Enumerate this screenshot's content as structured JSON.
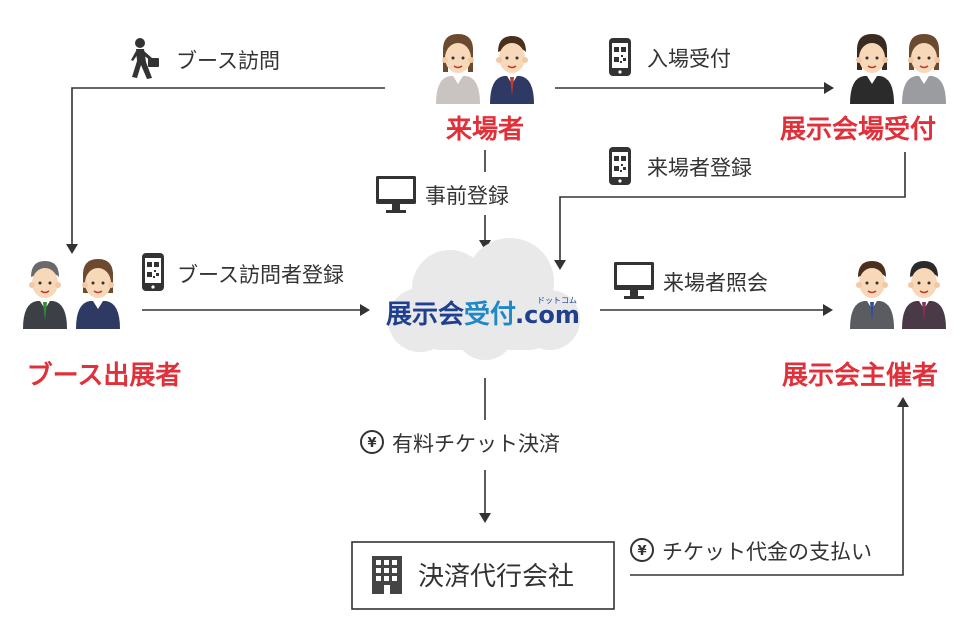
{
  "actors": {
    "visitor": "来場者",
    "venue_reception": "展示会場受付",
    "booth_exhibitor": "ブース出展者",
    "organizer": "展示会主催者"
  },
  "flows": {
    "booth_visit": "ブース訪問",
    "entry_reception": "入場受付",
    "visitor_registration": "来場者登録",
    "pre_registration": "事前登録",
    "booth_visitor_registration": "ブース訪問者登録",
    "visitor_lookup": "来場者照会",
    "paid_ticket_payment": "有料チケット決済",
    "ticket_fee_payment": "チケット代金の支払い"
  },
  "payment_agent": "決済代行会社",
  "logo": {
    "main": "展示会",
    "accent": "受付",
    "suffix": ".com",
    "small": "ドットコム"
  },
  "colors": {
    "role_text": "#e0313b",
    "line": "#333333",
    "logo_navy": "#1f3f8f",
    "logo_blue": "#1e88c8",
    "cloud": "#e9e9ea"
  },
  "icons": {
    "walker": "person-walking-icon",
    "phone": "smartphone-qr-icon",
    "monitor": "monitor-icon",
    "yen": "yen-coin-icon",
    "building": "building-icon",
    "cloud": "cloud-icon"
  }
}
